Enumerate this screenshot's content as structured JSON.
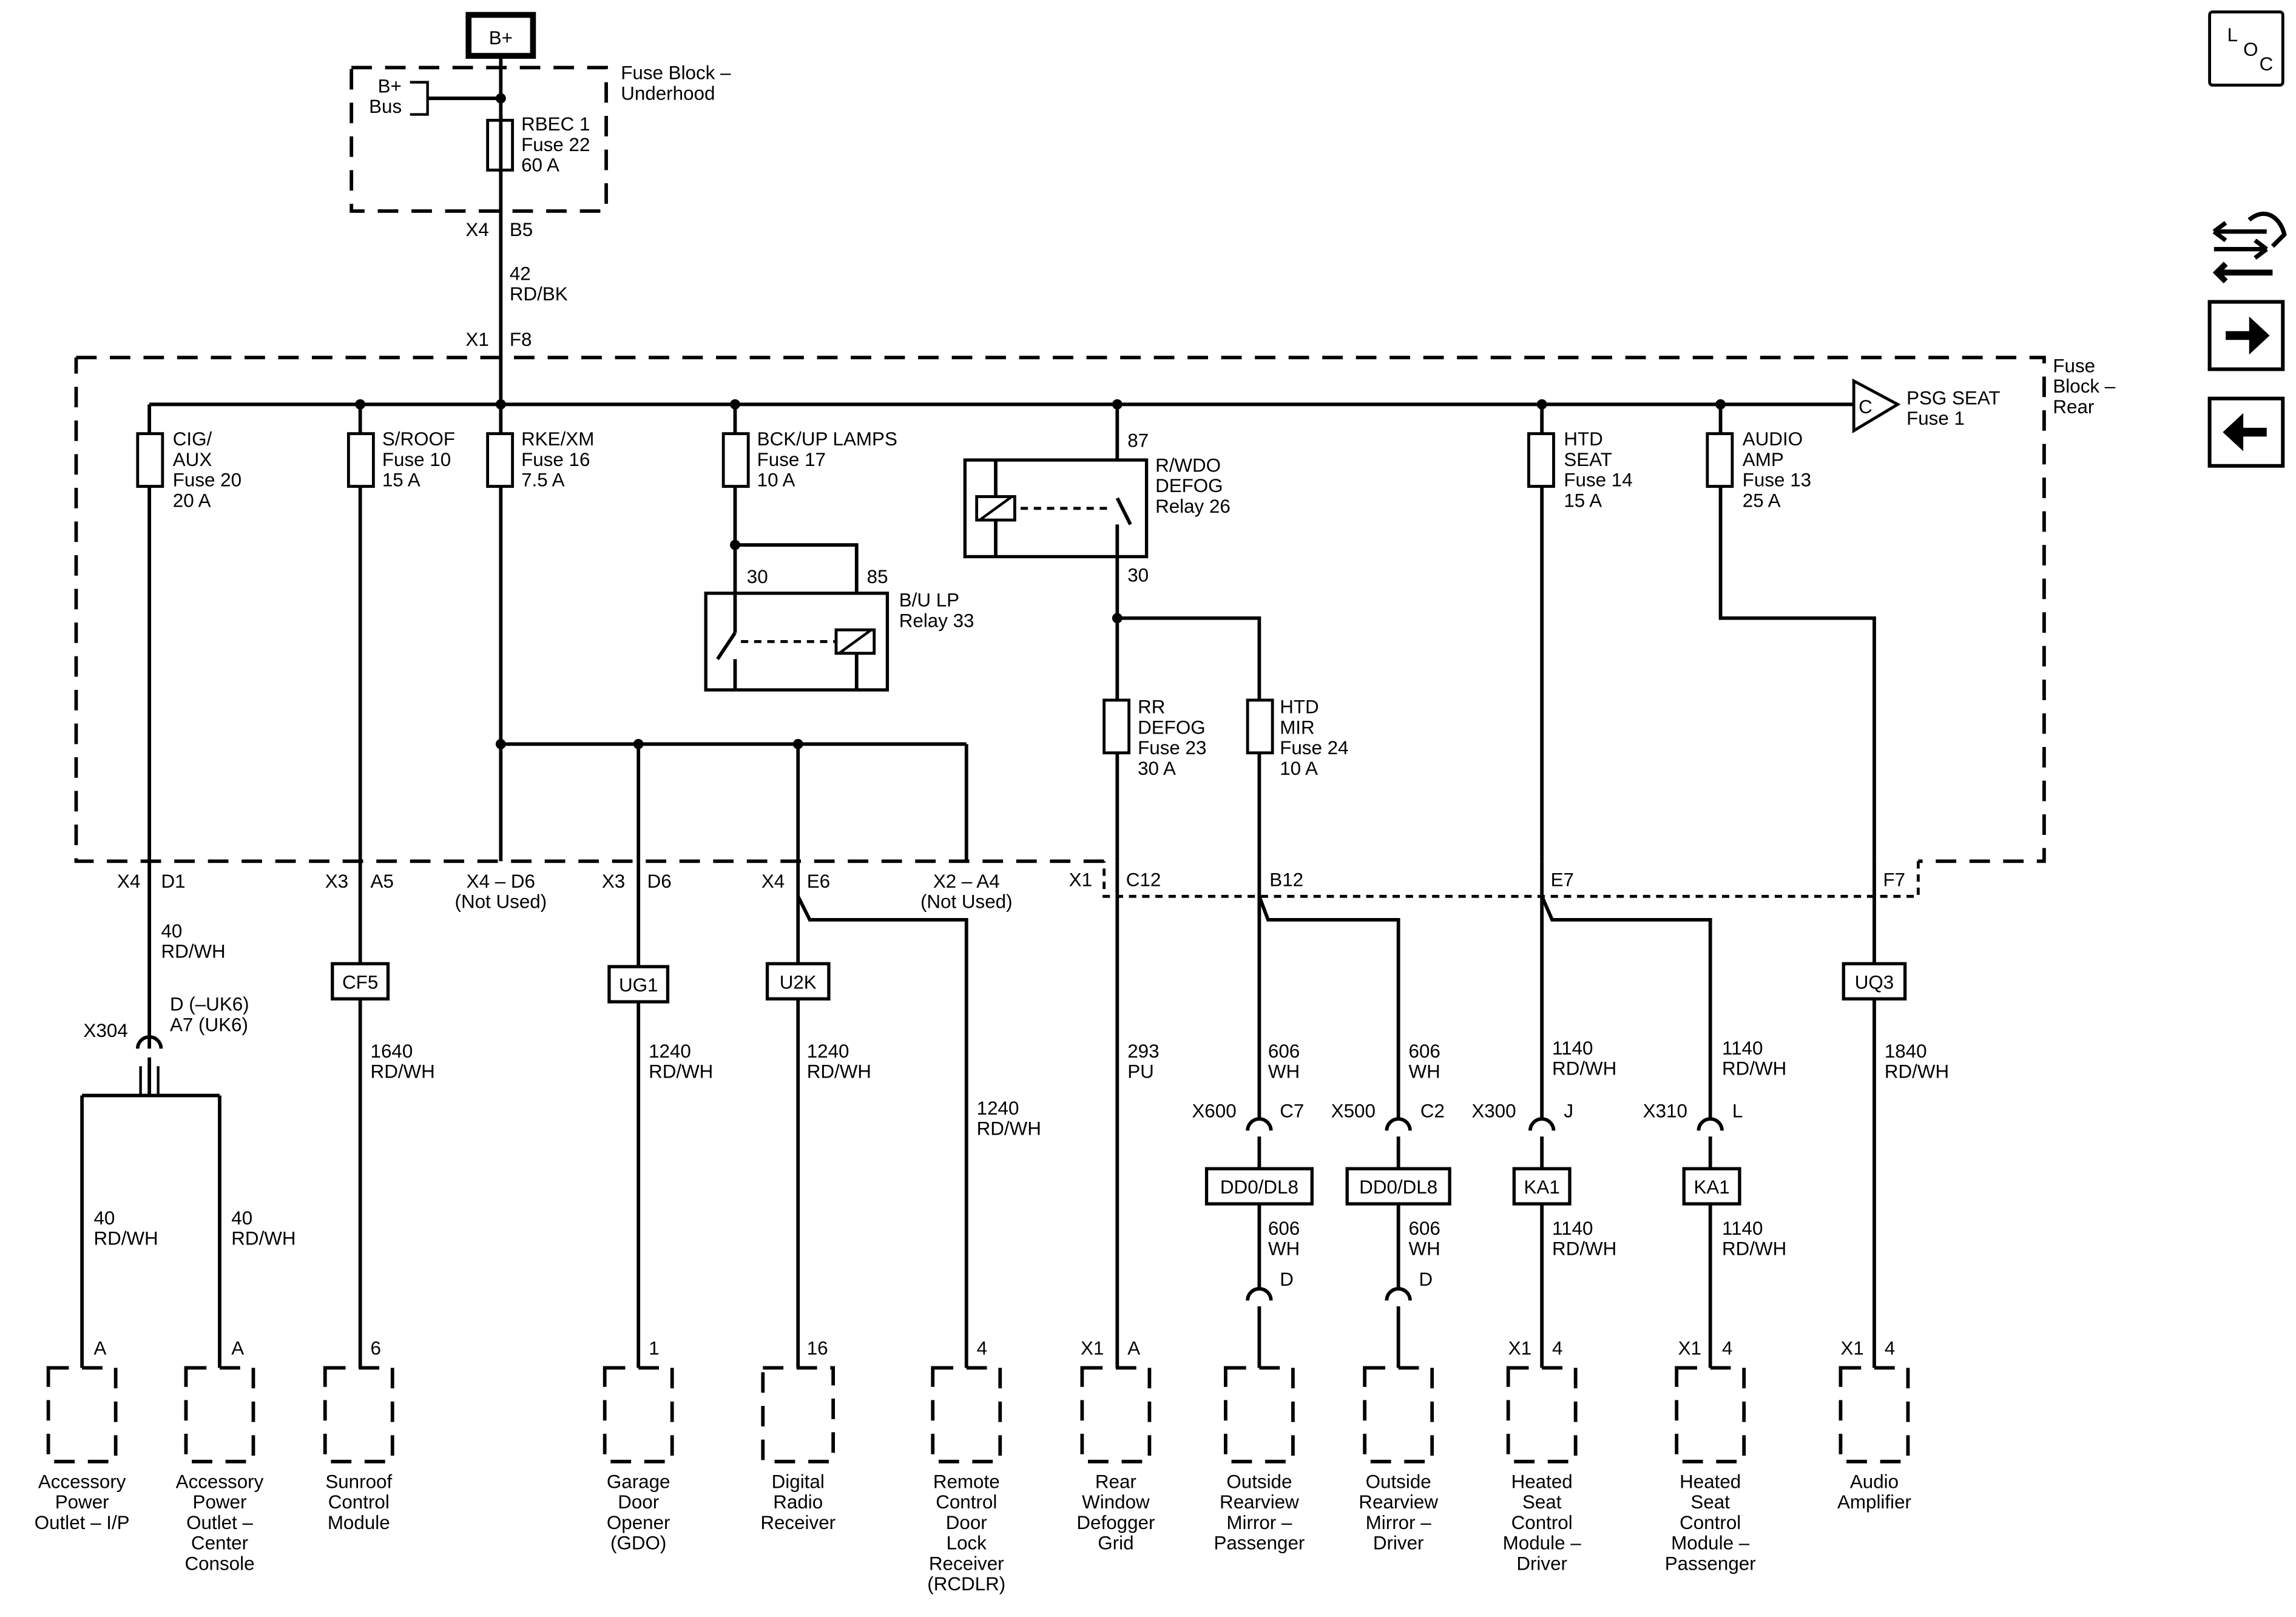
{
  "supply": {
    "label": "B+",
    "underhood_block": [
      "Fuse Block –",
      "Underhood"
    ],
    "bus": [
      "B+",
      "Bus"
    ],
    "main_fuse": [
      "RBEC 1",
      "Fuse 22",
      "60 A"
    ],
    "conn_top": [
      "X4",
      "B5"
    ],
    "wire_top": [
      "42",
      "RD/BK"
    ],
    "conn_rear": [
      "X1",
      "F8"
    ]
  },
  "rear_block": [
    "Fuse",
    "Block –",
    "Rear"
  ],
  "psg_seat": {
    "letter": "C",
    "lines": [
      "PSG SEAT",
      "Fuse 1"
    ]
  },
  "fuses": [
    [
      "CIG/",
      "AUX",
      "Fuse 20",
      "20 A"
    ],
    [
      "S/ROOF",
      "Fuse 10",
      "15 A"
    ],
    [
      "RKE/XM",
      "Fuse 16",
      "7.5 A"
    ],
    [
      "BCK/UP LAMPS",
      "Fuse 17",
      "10 A"
    ],
    [
      "HTD",
      "SEAT",
      "Fuse 14",
      "15 A"
    ],
    [
      "AUDIO",
      "AMP",
      "Fuse 13",
      "25 A"
    ],
    [
      "RR",
      "DEFOG",
      "Fuse 23",
      "30 A"
    ],
    [
      "HTD",
      "MIR",
      "Fuse 24",
      "10 A"
    ]
  ],
  "relays": {
    "defog": {
      "lines": [
        "R/WDO",
        "DEFOG",
        "Relay 26"
      ],
      "pin_in": "87",
      "pin_out": "30"
    },
    "bulp": {
      "lines": [
        "B/U LP",
        "Relay 33"
      ],
      "pin_a": "30",
      "pin_b": "85"
    }
  },
  "block_connectors": [
    [
      "X4",
      "D1"
    ],
    [
      "X3",
      "A5"
    ],
    [
      "X4 – D6",
      "(Not Used)"
    ],
    [
      "X3",
      "D6"
    ],
    [
      "X4",
      "E6"
    ],
    [
      "X2 – A4",
      "(Not Used)"
    ],
    [
      "X1",
      "C12"
    ],
    [
      "B12"
    ],
    [
      "E7"
    ],
    [
      "F7"
    ]
  ],
  "options": [
    "CF5",
    "UG1",
    "U2K",
    "UQ3",
    "DD0/DL8",
    "DD0/DL8",
    "KA1",
    "KA1"
  ],
  "wires": [
    [
      "40",
      "RD/WH"
    ],
    [
      "D (–UK6)",
      "A7 (UK6)"
    ],
    [
      "40",
      "RD/WH"
    ],
    [
      "40",
      "RD/WH"
    ],
    [
      "1640",
      "RD/WH"
    ],
    [
      "1240",
      "RD/WH"
    ],
    [
      "1240",
      "RD/WH"
    ],
    [
      "1240",
      "RD/WH"
    ],
    [
      "293",
      "PU"
    ],
    [
      "606",
      "WH"
    ],
    [
      "606",
      "WH"
    ],
    [
      "1140",
      "RD/WH"
    ],
    [
      "1140",
      "RD/WH"
    ],
    [
      "1840",
      "RD/WH"
    ],
    [
      "606",
      "WH"
    ],
    [
      "606",
      "WH"
    ],
    [
      "1140",
      "RD/WH"
    ],
    [
      "1140",
      "RD/WH"
    ]
  ],
  "inline_connectors": [
    [
      "X304"
    ],
    [
      "X600",
      "C7"
    ],
    [
      "X500",
      "C2"
    ],
    [
      "X300",
      "J"
    ],
    [
      "X310",
      "L"
    ],
    [
      "D"
    ],
    [
      "D"
    ]
  ],
  "pins": [
    "A",
    "A",
    "6",
    "1",
    "16",
    "4",
    "X1",
    "A",
    "X1",
    "4",
    "X1",
    "4",
    "X1",
    "4"
  ],
  "components": [
    [
      "Accessory",
      "Power",
      "Outlet – I/P"
    ],
    [
      "Accessory",
      "Power",
      "Outlet –",
      "Center",
      "Console"
    ],
    [
      "Sunroof",
      "Control",
      "Module"
    ],
    [
      "Garage",
      "Door",
      "Opener",
      "(GDO)"
    ],
    [
      "Digital",
      "Radio",
      "Receiver"
    ],
    [
      "Remote",
      "Control",
      "Door",
      "Lock",
      "Receiver",
      "(RCDLR)"
    ],
    [
      "Rear",
      "Window",
      "Defogger",
      "Grid"
    ],
    [
      "Outside",
      "Rearview",
      "Mirror –",
      "Passenger"
    ],
    [
      "Outside",
      "Rearview",
      "Mirror –",
      "Driver"
    ],
    [
      "Heated",
      "Seat",
      "Control",
      "Module –",
      "Driver"
    ],
    [
      "Heated",
      "Seat",
      "Control",
      "Module –",
      "Passenger"
    ],
    [
      "Audio",
      "Amplifier"
    ]
  ],
  "nav": {
    "loc": [
      "L",
      "O",
      "C"
    ]
  }
}
